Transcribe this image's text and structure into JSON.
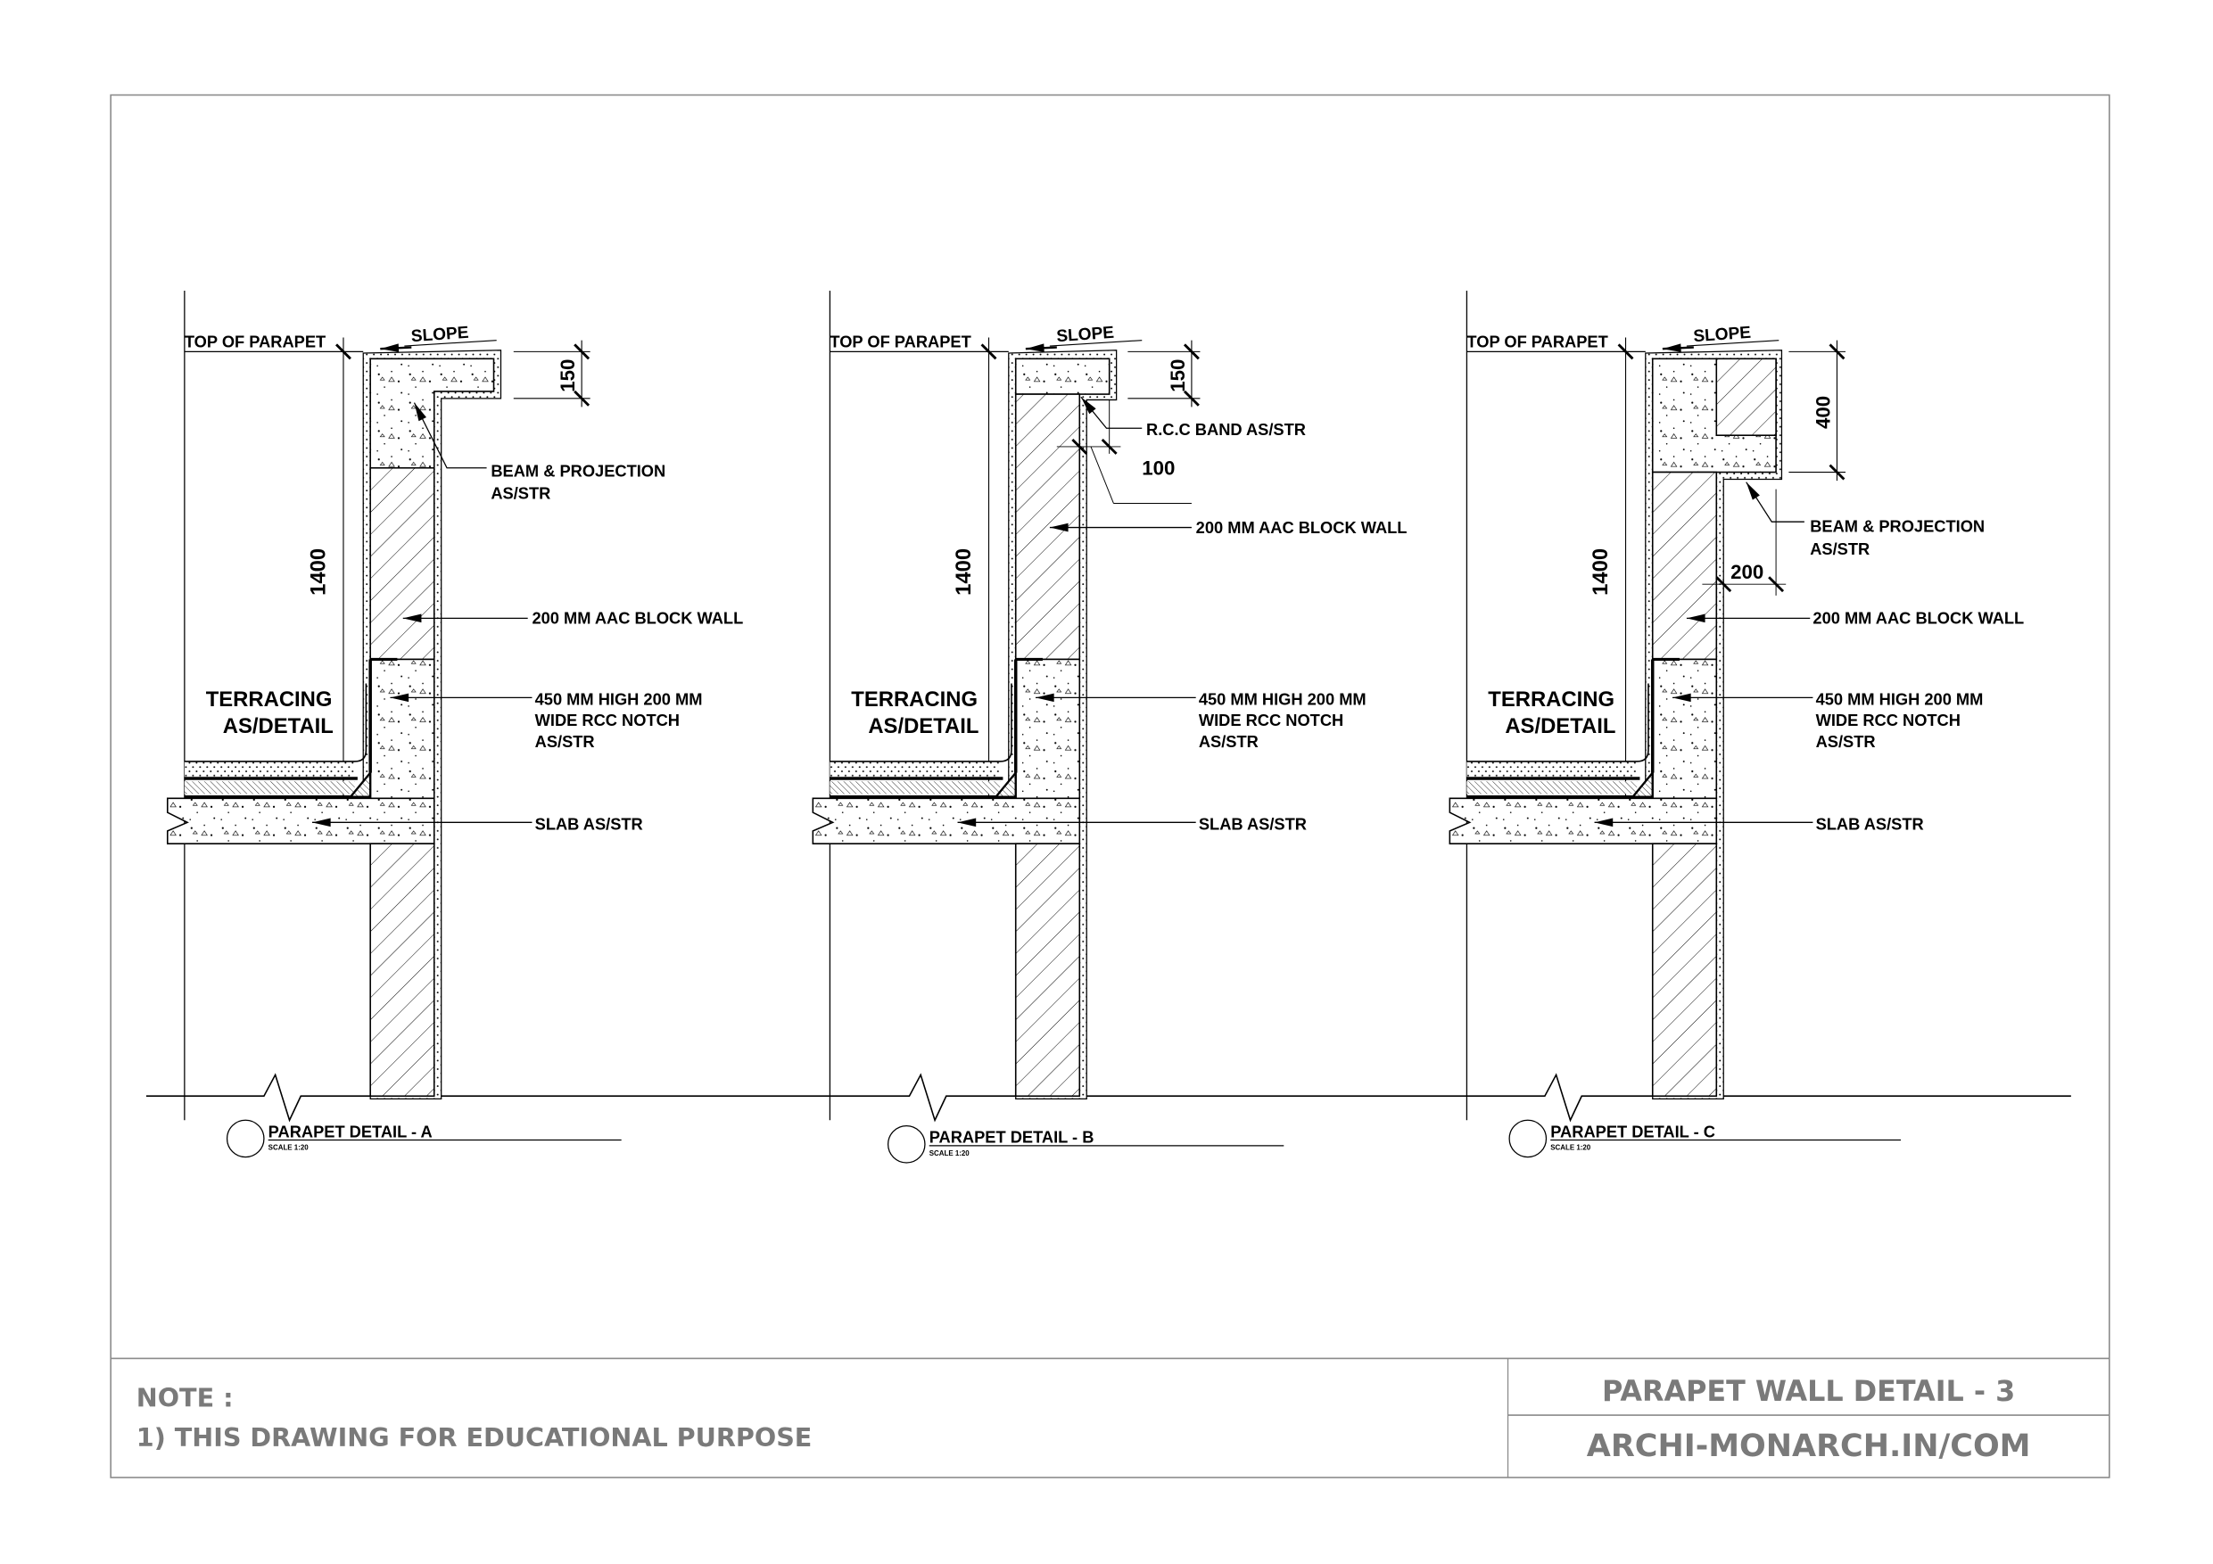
{
  "sheet": {
    "note_heading": "NOTE :",
    "note_line": "1) THIS DRAWING FOR EDUCATIONAL PURPOSE",
    "title": "PARAPET WALL DETAIL - 3",
    "website": "ARCHI-MONARCH.IN/COM"
  },
  "details": [
    {
      "top_label": "TOP OF PARAPET",
      "slope": "SLOPE",
      "height_dim": "1400",
      "top_dim": "150",
      "extra_dim": null,
      "callouts": {
        "top": [
          "BEAM & PROJECTION",
          "AS/STR"
        ],
        "wall": [
          "200 MM AAC BLOCK WALL"
        ],
        "notch": [
          "450 MM HIGH 200 MM",
          "WIDE RCC NOTCH",
          "AS/STR"
        ],
        "slab": [
          "SLAB AS/STR"
        ]
      },
      "terracing": [
        "TERRACING",
        "AS/DETAIL"
      ],
      "title": "PARAPET DETAIL - A",
      "scale": "SCALE 1:20"
    },
    {
      "top_label": "TOP OF PARAPET",
      "slope": "SLOPE",
      "height_dim": "1400",
      "top_dim": "150",
      "extra_dim": "100",
      "callouts": {
        "top": [
          "R.C.C BAND AS/STR"
        ],
        "wall": [
          "200 MM AAC BLOCK WALL"
        ],
        "notch": [
          "450 MM HIGH 200 MM",
          "WIDE RCC NOTCH",
          "AS/STR"
        ],
        "slab": [
          "SLAB AS/STR"
        ]
      },
      "terracing": [
        "TERRACING",
        "AS/DETAIL"
      ],
      "title": "PARAPET DETAIL - B",
      "scale": "SCALE 1:20"
    },
    {
      "top_label": "TOP OF PARAPET",
      "slope": "SLOPE",
      "height_dim": "1400",
      "top_dim": "400",
      "extra_dim": "200",
      "callouts": {
        "top": [
          "BEAM & PROJECTION",
          "AS/STR"
        ],
        "wall": [
          "200 MM AAC BLOCK WALL"
        ],
        "notch": [
          "450 MM HIGH 200 MM",
          "WIDE RCC NOTCH",
          "AS/STR"
        ],
        "slab": [
          "SLAB AS/STR"
        ]
      },
      "terracing": [
        "TERRACING",
        "AS/DETAIL"
      ],
      "title": "PARAPET DETAIL - C",
      "scale": "SCALE 1:20"
    }
  ]
}
